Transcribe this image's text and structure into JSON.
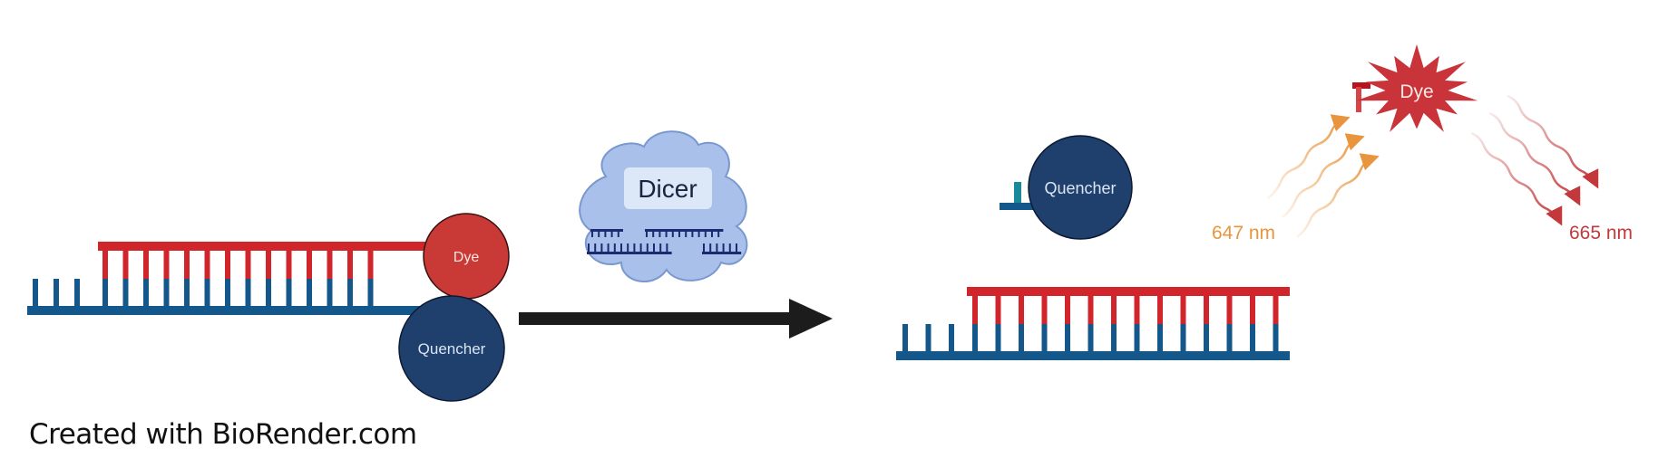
{
  "labels": {
    "dye_left": "Dye",
    "quencher_left": "Quencher",
    "enzyme": "Dicer",
    "quencher_right": "Quencher",
    "dye_right": "Dye",
    "excitation": "647 nm",
    "emission": "665 nm"
  },
  "caption": "Created with BioRender.com",
  "duplex": {
    "overhang_bases": 3,
    "paired_bases": 14
  },
  "colors": {
    "sense_strand": "#d0262b",
    "antisense_strand": "#14578a",
    "quencher": "#1f3f6d",
    "dye": "#c93a36",
    "dicer_fill": "#a9c1ea",
    "dicer_rna": "#1c2a72",
    "arrow": "#1c1c1c",
    "excitation": "#e8953e",
    "emission": "#c3393b"
  }
}
